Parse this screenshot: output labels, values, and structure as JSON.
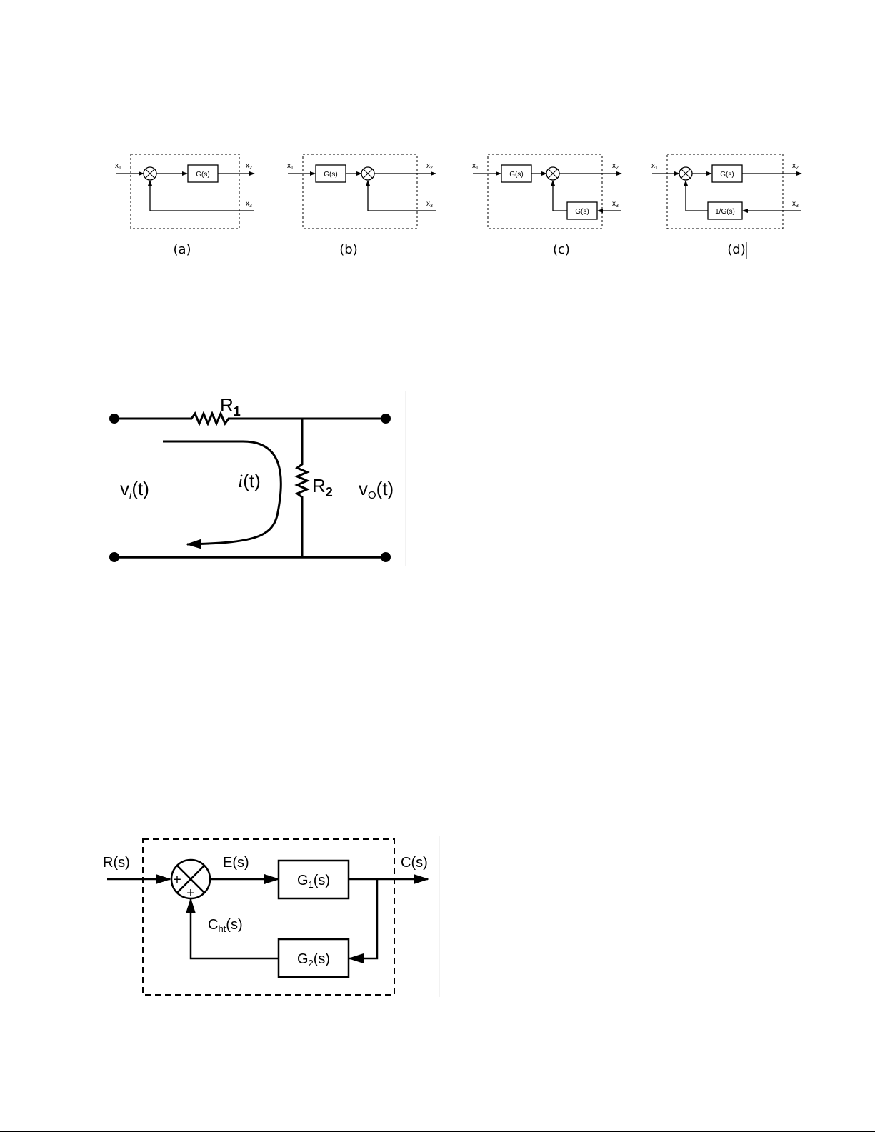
{
  "block_diagrams": {
    "a": {
      "caption": "(a)",
      "in": "x",
      "in_sub": "1",
      "out": "x",
      "out_sub": "2",
      "fb": "x",
      "fb_sub": "3",
      "block": "G(s)"
    },
    "b": {
      "caption": "(b)",
      "in": "x",
      "in_sub": "1",
      "out": "x",
      "out_sub": "2",
      "fb": "x",
      "fb_sub": "3",
      "block": "G(s)"
    },
    "c": {
      "caption": "(c)",
      "in": "x",
      "in_sub": "1",
      "out": "x",
      "out_sub": "2",
      "fb": "x",
      "fb_sub": "3",
      "block": "G(s)",
      "block2": "G(s)"
    },
    "d": {
      "caption": "(d)",
      "in": "x",
      "in_sub": "1",
      "out": "x",
      "out_sub": "2",
      "fb": "x",
      "fb_sub": "3",
      "block": "G(s)",
      "block2": "1/G(s)"
    }
  },
  "circuit": {
    "r1": "R",
    "r1_sub": "1",
    "r2": "R",
    "r2_sub": "2",
    "vin": "v",
    "vin_sub": "i",
    "vin_arg": "(t)",
    "vout": "v",
    "vout_sub": "O",
    "vout_arg": "(t)",
    "current": "i",
    "current_arg": "(t)"
  },
  "feedback": {
    "input": "R(s)",
    "error": "E(s)",
    "output": "C(s)",
    "g1": "G",
    "g1_sub": "1",
    "g1_arg": "(s)",
    "g2": "G",
    "g2_sub": "2",
    "g2_arg": "(s)",
    "fb": "C",
    "fb_sub": "ht",
    "fb_arg": "(s)",
    "plus1": "+",
    "plus2": "+"
  }
}
